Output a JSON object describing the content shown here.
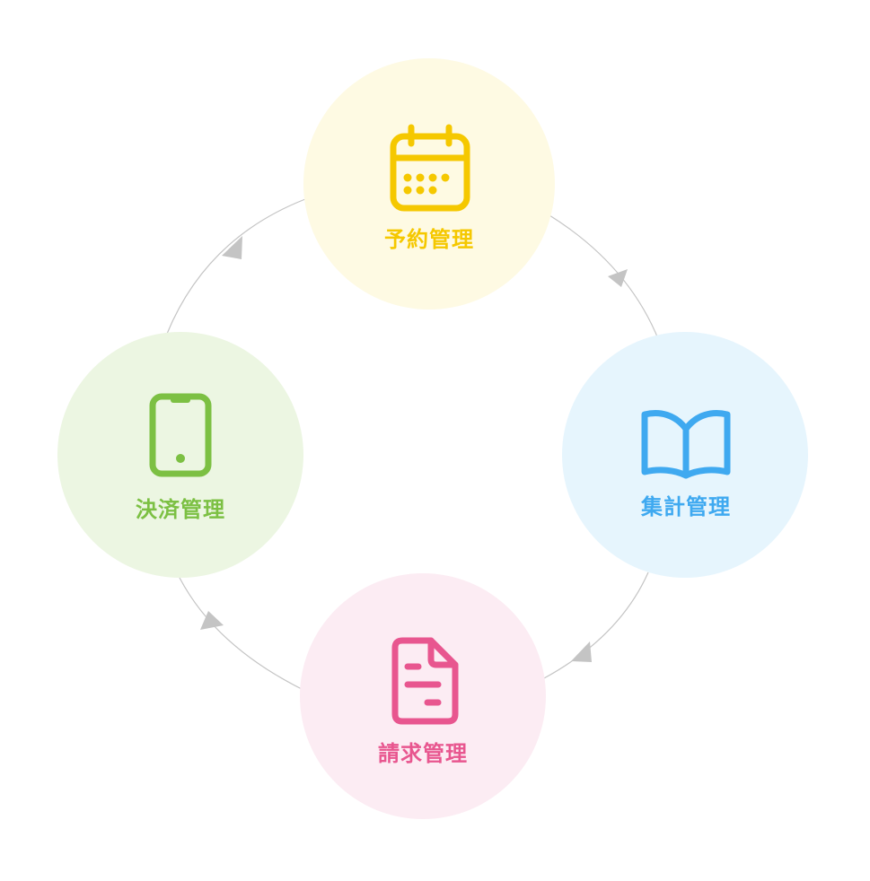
{
  "diagram": {
    "nodes": [
      {
        "id": "reservation",
        "label": "予約管理",
        "icon": "calendar-icon",
        "color": "#f5c800",
        "bg": "#fefae3"
      },
      {
        "id": "aggregation",
        "label": "集計管理",
        "icon": "open-book-icon",
        "color": "#3fa9f0",
        "bg": "#e6f5fd"
      },
      {
        "id": "billing",
        "label": "請求管理",
        "icon": "document-icon",
        "color": "#e8568f",
        "bg": "#fcecf3"
      },
      {
        "id": "payment",
        "label": "決済管理",
        "icon": "smartphone-icon",
        "color": "#7cc043",
        "bg": "#ecf6e2"
      }
    ],
    "edge_color": "#c4c4c4"
  }
}
